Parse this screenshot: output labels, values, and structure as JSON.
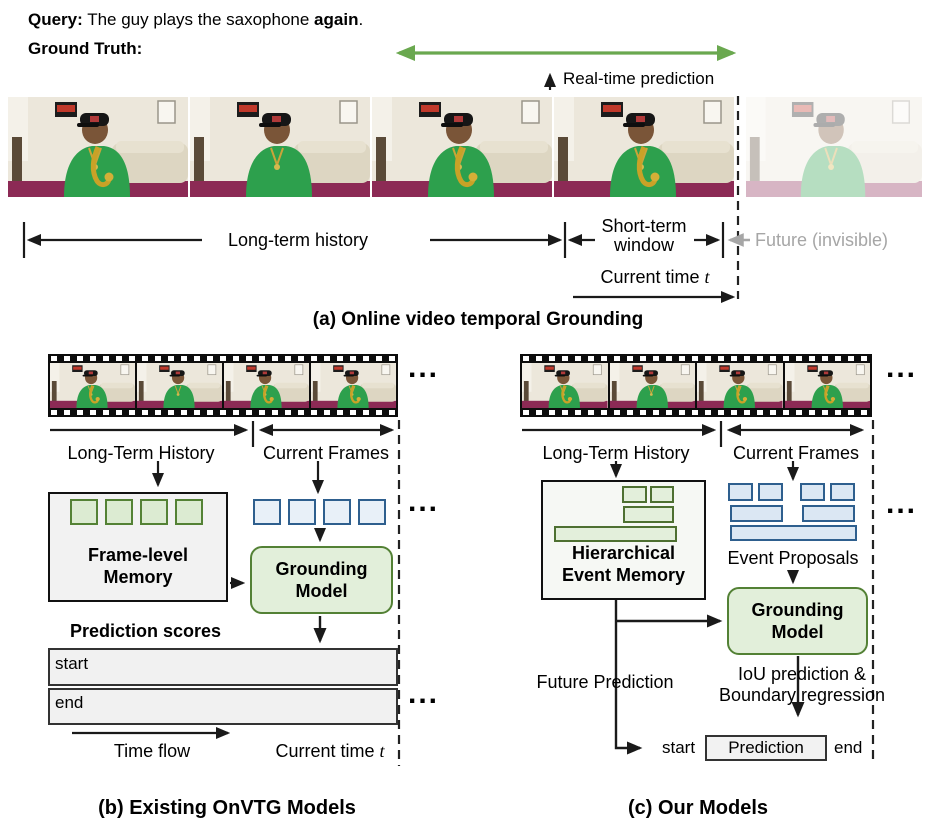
{
  "colors": {
    "ground_truth_green": "#6aa84f",
    "green_border": "#548235",
    "green_fill": "#e2efda",
    "blue_border": "#2e5f8e",
    "blue_fill": "#dbe7f3",
    "gray_fill": "#f2f2f2",
    "future_gray": "#a6a6a6",
    "line_black": "#1a1a1a"
  },
  "header": {
    "query_label": "Query:",
    "query_text": " The guy plays the saxophone ",
    "query_bold": "again",
    "query_period": ".",
    "ground_truth_label": "Ground Truth:",
    "realtime_label": "Real-time prediction"
  },
  "panel_a": {
    "caption": "(a) Online video temporal Grounding",
    "long_term_label": "Long-term history",
    "short_term_line1": "Short-term",
    "short_term_line2": "window",
    "future_label": "Future (invisible)",
    "current_time_label": "Current time ",
    "current_time_var": "t"
  },
  "panel_b": {
    "caption": "(b) Existing OnVTG Models",
    "history_label": "Long-Term History",
    "current_frames_label": "Current Frames",
    "memory_title_line1": "Frame-level",
    "memory_title_line2": "Memory",
    "grounding_line1": "Grounding",
    "grounding_line2": "Model",
    "prediction_scores_label": "Prediction scores",
    "start_label": "start",
    "end_label": "end",
    "time_flow_label": "Time flow",
    "current_time_label": "Current time ",
    "current_time_var": "t",
    "ellipsis": "..."
  },
  "panel_c": {
    "caption": "(c) Our Models",
    "history_label": "Long-Term History",
    "current_frames_label": "Current Frames",
    "memory_title_line1": "Hierarchical",
    "memory_title_line2": "Event Memory",
    "event_proposals_label": "Event Proposals",
    "grounding_line1": "Grounding",
    "grounding_line2": "Model",
    "future_prediction_label": "Future Prediction",
    "iou_line1": "IoU prediction &",
    "iou_line2": "Boundary regression",
    "start_label": "start",
    "prediction_label": "Prediction",
    "end_label": "end",
    "ellipsis": "..."
  }
}
